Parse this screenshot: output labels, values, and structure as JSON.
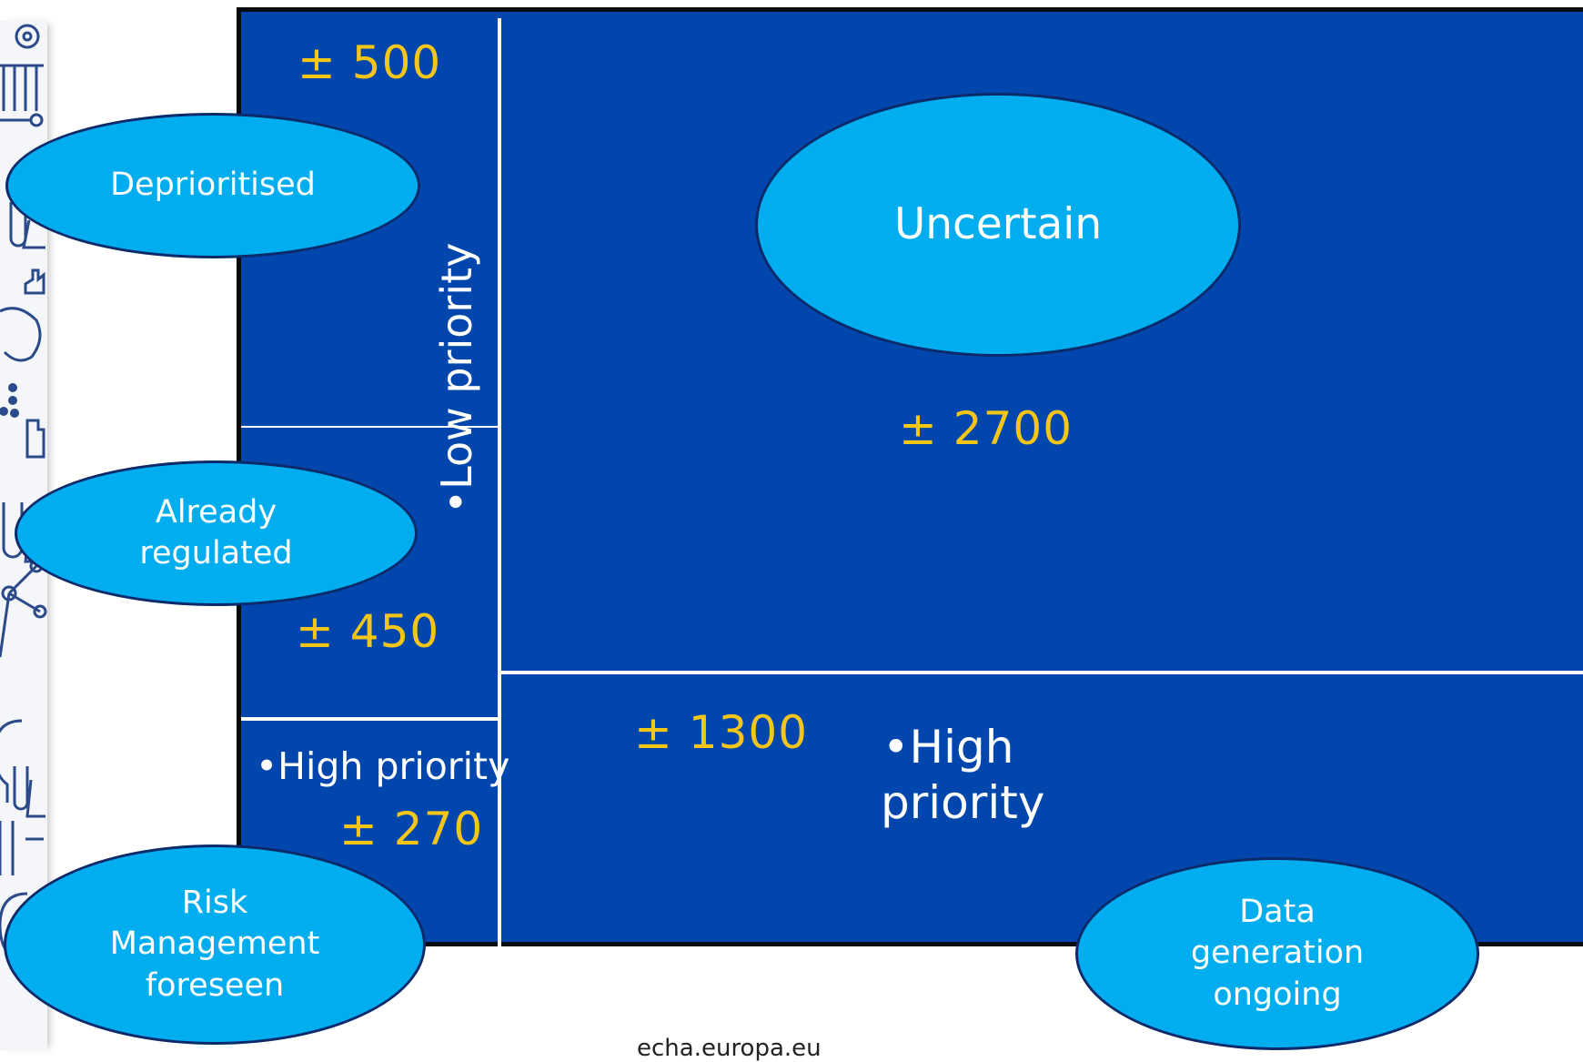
{
  "colors": {
    "panel": "#0046ad",
    "ellipse_fill": "#00aeef",
    "numbers": "#f5c518",
    "lines": "#ffffff"
  },
  "numbers": {
    "deprioritised": "± 500",
    "uncertain": "± 2700",
    "already_regulated": "± 450",
    "high_priority_main": "± 1300",
    "risk_management": "± 270"
  },
  "labels": {
    "low_priority": "•Low priority",
    "high_priority_left": "•High priority",
    "high_priority_right_line1": "•High",
    "high_priority_right_line2": "priority"
  },
  "ellipses": {
    "deprioritised": "Deprioritised",
    "uncertain": "Uncertain",
    "already_regulated_line1": "Already",
    "already_regulated_line2": "regulated",
    "risk_management_line1": "Risk",
    "risk_management_line2": "Management",
    "risk_management_line3": "foreseen",
    "data_generation_line1": "Data",
    "data_generation_line2": "generation",
    "data_generation_line3": "ongoing"
  },
  "footer": "echa.europa.eu",
  "decor_icons": [
    "gears-icon",
    "test-tubes-icon",
    "molecule-icon",
    "flask-icon",
    "factory-icon",
    "handshake-icon",
    "dots-icon",
    "head-icon"
  ]
}
